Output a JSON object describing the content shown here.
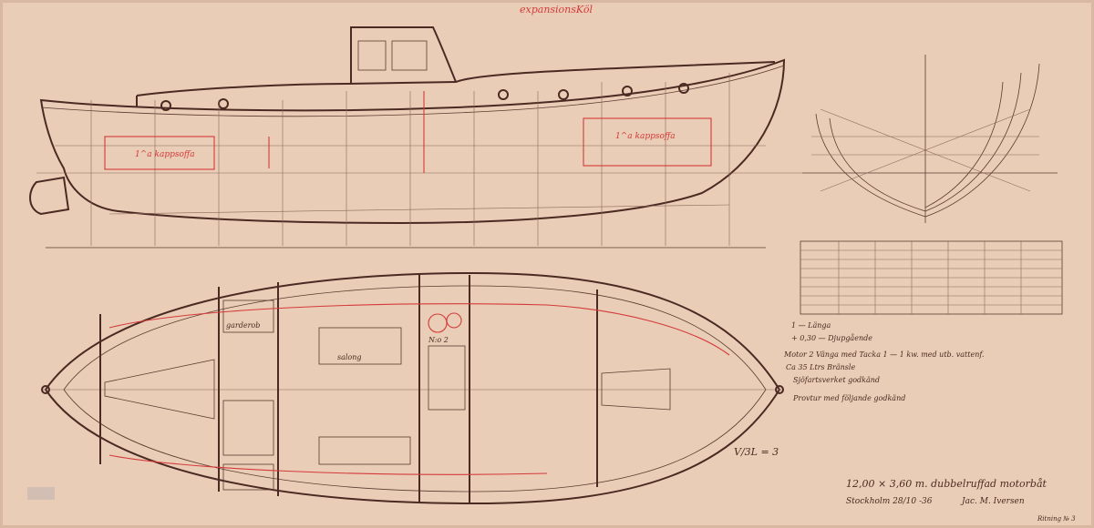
{
  "drawing": {
    "title": "12,00 × 3,60 m. dubbelruffad motorbåt",
    "place_date": "Stockholm 28/10 -36",
    "signature": "Jac. M. Iversen",
    "sheet_no": "Ritning № 3"
  },
  "annotations": {
    "expansion_keel": "expansionsKöl",
    "after_cabin": "1^a kappsoffa",
    "fore_cabin": "1^a kappsoffa",
    "saloon": "salong",
    "galley": "garderob",
    "ratio": "V/3L = 3",
    "nos": "N:o 2"
  },
  "notes": [
    "1 — Länga",
    "+ 0,30 — Djupgående",
    "Motor 2 Vänga med Tacka 1 — 1 kw. med utb. vattenf.",
    "Ca 35 Ltrs Bränsle",
    "Sjöfartsverket godkänd",
    "Provtur med följande godkänd"
  ],
  "colors": {
    "paper": "#e9cdb6",
    "ink": "#4a2a22",
    "red_pencil": "#d43a3a"
  }
}
